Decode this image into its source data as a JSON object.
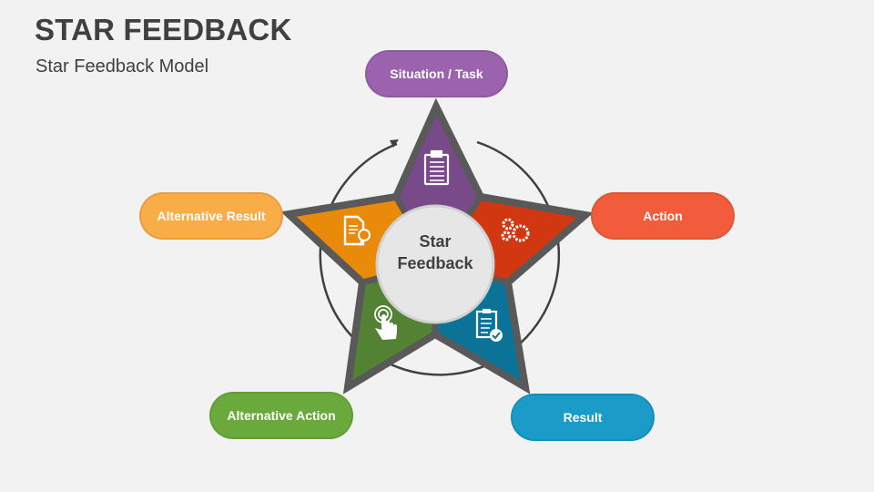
{
  "header": {
    "title": "STAR FEEDBACK",
    "subtitle": "Star Feedback Model"
  },
  "center": {
    "line1": "Star",
    "line2": "Feedback"
  },
  "stages": [
    {
      "label": "Situation / Task",
      "color": "#9b63ae",
      "segment_color": "#794a8a",
      "icon": "clipboard-list-icon"
    },
    {
      "label": "Action",
      "color": "#f25c3d",
      "segment_color": "#d13710",
      "icon": "gears-icon"
    },
    {
      "label": "Result",
      "color": "#1a9bc8",
      "segment_color": "#0b7397",
      "icon": "clipboard-check-icon"
    },
    {
      "label": "Alternative Action",
      "color": "#6aaa3c",
      "segment_color": "#548235",
      "icon": "hand-touch-icon"
    },
    {
      "label": "Alternative Result",
      "color": "#f8ad47",
      "segment_color": "#e98a0a",
      "icon": "certificate-icon"
    }
  ]
}
